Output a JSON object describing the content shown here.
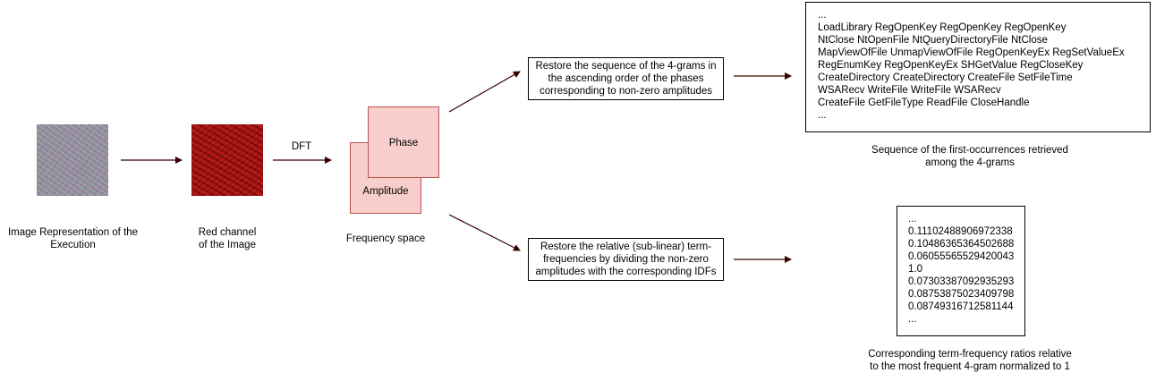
{
  "diagram": {
    "image_caption": [
      "Image Representation of the",
      "Execution"
    ],
    "red_caption": [
      "Red channel",
      "of the Image"
    ],
    "dft_label": "DFT",
    "phase_label": "Phase",
    "amplitude_label": "Amplitude",
    "frequency_caption": "Frequency space",
    "top_step": [
      "Restore the sequence of the 4-grams in",
      "the ascending order of the phases",
      "corresponding to non-zero amplitudes"
    ],
    "bottom_step": [
      "Restore the relative (sub-linear) term-",
      "frequencies by dividing the non-zero",
      "amplitudes with the corresponding IDFs"
    ],
    "api_sequence": [
      "...",
      "LoadLibrary RegOpenKey RegOpenKey RegOpenKey",
      "NtClose NtOpenFile NtQueryDirectoryFile NtClose",
      "MapViewOfFile UnmapViewOfFile RegOpenKeyEx RegSetValueEx",
      "RegEnumKey RegOpenKeyEx SHGetValue RegCloseKey",
      "CreateDirectory CreateDirectory CreateFile SetFileTime",
      "WSARecv WriteFile WriteFile WSARecv",
      "CreateFile GetFileType ReadFile CloseHandle",
      "..."
    ],
    "api_caption": [
      "Sequence of the first-occurrences retrieved",
      "among the 4-grams"
    ],
    "ratios": [
      "...",
      "0.11102488906972338",
      "0.10486365364502688",
      "0.06055565529420043",
      "1.0",
      "0.07303387092935293",
      "0.08753875023409798",
      "0.08749316712581144",
      "..."
    ],
    "ratio_caption": [
      "Corresponding term-frequency ratios relative",
      "to the most frequent 4-gram normalized to 1"
    ],
    "colors": {
      "box_fill": "#f8cecc",
      "box_stroke": "#b85450",
      "arrow": "#3a0000"
    }
  }
}
